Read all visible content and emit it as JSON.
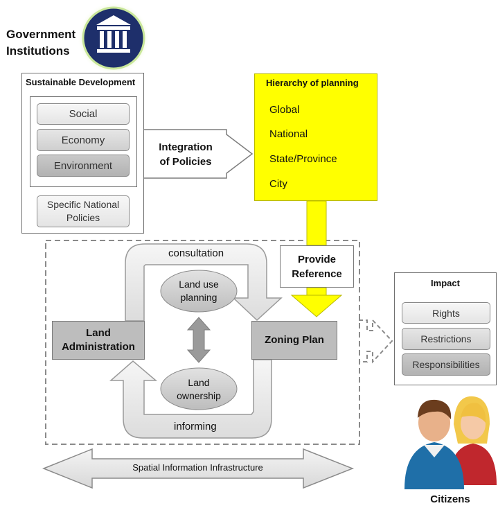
{
  "government": {
    "title_line1": "Government",
    "title_line2": "Institutions"
  },
  "sustainable": {
    "title": "Sustainable Development",
    "items": [
      "Social",
      "Economy",
      "Environment"
    ],
    "policies_line1": "Specific National",
    "policies_line2": "Policies"
  },
  "integration": {
    "line1": "Integration",
    "line2": "of Policies"
  },
  "hierarchy": {
    "title": "Hierarchy of planning",
    "levels": [
      "Global",
      "National",
      "State/Province",
      "City"
    ]
  },
  "provide_reference": {
    "line1": "Provide",
    "line2": "Reference"
  },
  "cycle": {
    "consultation": "consultation",
    "informing": "informing",
    "land_use_line1": "Land use",
    "land_use_line2": "planning",
    "land_own_line1": "Land",
    "land_own_line2": "ownership",
    "land_admin_line1": "Land",
    "land_admin_line2": "Administration",
    "zoning": "Zoning Plan"
  },
  "impact": {
    "title": "Impact",
    "items": [
      "Rights",
      "Restrictions",
      "Responsibilities"
    ]
  },
  "sdi": "Spatial Information Infrastructure",
  "citizens": "Citizens",
  "colors": {
    "yellow": "#ffff00",
    "navy": "#1e2f6b",
    "grey_box": "#bdbdbd"
  },
  "icons": [
    "government-building-icon",
    "citizens-icon"
  ]
}
